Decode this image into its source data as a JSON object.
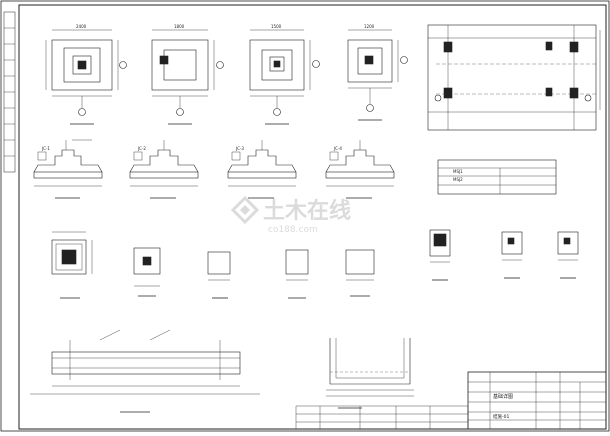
{
  "watermark": {
    "text_cn": "土木在线",
    "text_en": "co188.com"
  },
  "title_block": {
    "drawing_name": "基础详图",
    "drawing_no": "结施-01"
  },
  "table": {
    "rows": [
      "MSJ1",
      "MSJ2"
    ]
  },
  "footing_dims": [
    "2400",
    "1800",
    "1500",
    "1200"
  ],
  "small_tags": [
    "JC-1",
    "JC-2",
    "JC-3",
    "JC-4"
  ]
}
